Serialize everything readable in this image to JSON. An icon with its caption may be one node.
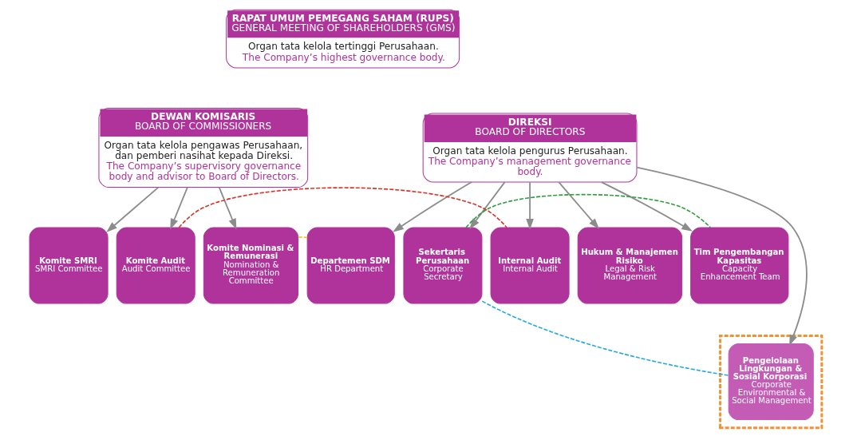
{
  "diagram": {
    "nodes": [
      {
        "text": [
          "RAPAT UMUM PEMEGANG SAHAM (RUPS)",
          "GENERAL MEETING OF SHAREHOLDERS (GMS)",
          "Organ tata kelola tertinggi Perusahaan.",
          "The Company’s highest governance body."
        ]
      },
      {
        "text": [
          "DEWAN KOMISARIS",
          "BOARD OF COMMISSIONERS",
          "Organ tata kelola pengawas Perusahaan, dan pemberi nasihat kepada Direksi.",
          "The Company’s supervisory governance body and advisor to Board of Directors."
        ]
      },
      {
        "text": [
          "DIREKSI",
          "BOARD OF DIRECTORS",
          "Organ tata kelola pengurus Perusahaan.",
          "The Company’s management governance body."
        ]
      },
      {
        "text": [
          "Komite SMRI",
          "SMRI Committee"
        ]
      },
      {
        "text": [
          "Komite Audit",
          "Audit Committee"
        ]
      },
      {
        "text": [
          "Komite Nominasi & Remunerasi",
          "Nomination & Remuneration Committee"
        ]
      },
      {
        "text": [
          "Departemen SDM",
          "HR Department"
        ]
      },
      {
        "text": [
          "Sekertaris Perusahaan",
          "Corporate Secretary"
        ]
      },
      {
        "text": [
          "Internal Audit",
          "Internal Audit"
        ]
      },
      {
        "text": [
          "Hukum & Manajemen Risiko",
          "Legal & Risk Management"
        ]
      },
      {
        "text": [
          "Tim Pengembangan Kapasitas",
          "Capacity Enhancement Team"
        ]
      },
      {
        "text": [],
        "shape": "box"
      },
      {
        "text": [
          "Pengelolaan Lingkungan & Sosial Korporasi",
          "Corporate Environmental & Social Management"
        ],
        "in": 11
      }
    ],
    "edges": [
      {
        "from": 1,
        "to": 3,
        "arrow": "to"
      },
      {
        "from": 1,
        "to": 4,
        "arrow": "to"
      },
      {
        "from": 1,
        "to": 5,
        "arrow": "to"
      },
      {
        "from": 2,
        "to": 6,
        "arrow": "to"
      },
      {
        "from": 2,
        "to": 7,
        "arrow": "to"
      },
      {
        "from": 2,
        "to": 8,
        "arrow": "to"
      },
      {
        "from": 2,
        "to": 9,
        "arrow": "to"
      },
      {
        "from": 2,
        "to": 10,
        "arrow": "to"
      },
      {
        "from": 2,
        "to": 12,
        "arrow": "to"
      },
      {
        "from": 4,
        "to": 8,
        "arrow": "none",
        "style": "dashed",
        "color": "#d9342b"
      },
      {
        "from": 5,
        "to": 6,
        "arrow": "none",
        "style": "dashed",
        "color": "#f2c200"
      },
      {
        "from": 7,
        "to": 10,
        "arrow": "none",
        "style": "dashed",
        "color": "#2e9e3e"
      },
      {
        "from": 7,
        "to": 12,
        "arrow": "none",
        "style": "dashed",
        "color": "#25a9e0"
      }
    ]
  }
}
